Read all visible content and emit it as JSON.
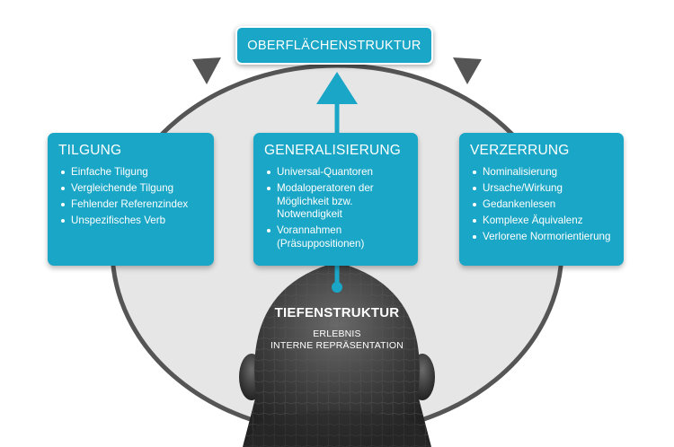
{
  "surface": {
    "label": "OBERFLÄCHENSTRUKTUR"
  },
  "boxes": [
    {
      "title": "TILGUNG",
      "items": [
        "Einfache Tilgung",
        "Vergleichende Tilgung",
        "Fehlender Referenzindex",
        "Unspezifisches Verb"
      ]
    },
    {
      "title": "GENERALISIERUNG",
      "items": [
        "Universal-Quantoren",
        "Modaloperatoren der Möglichkeit bzw. Notwendigkeit",
        "Vorannahmen (Präsuppositionen)"
      ]
    },
    {
      "title": "VERZERRUNG",
      "items": [
        "Nominalisierung",
        "Ursache/Wirkung",
        "Gedankenlesen",
        "Komplexe Äquivalenz",
        "Verlorene Normorientierung"
      ]
    }
  ],
  "deep": {
    "title": "TIEFENSTRUKTUR",
    "line1": "ERLEBNIS",
    "line2": "INTERNE REPRÄSENTATION"
  },
  "colors": {
    "accent": "#1aa6c6",
    "oval": "#e6e6e6",
    "outline": "#555555",
    "head": "#3f3f3f"
  }
}
